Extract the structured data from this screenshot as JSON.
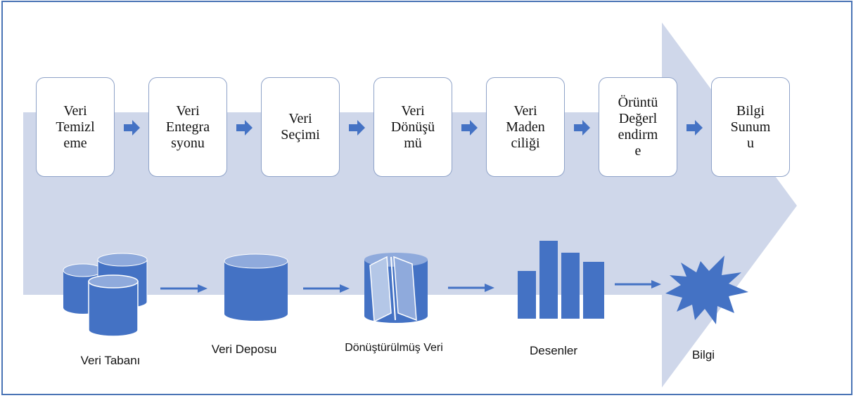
{
  "steps": [
    {
      "name": "veri-temizleme",
      "label": "Veri\nTemizl\neme"
    },
    {
      "name": "veri-entegrasyonu",
      "label": "Veri\nEntegra\nsyonu"
    },
    {
      "name": "veri-secimi",
      "label": "Veri\nSeçimi"
    },
    {
      "name": "veri-donusumu",
      "label": "Veri\nDönüşü\nmü"
    },
    {
      "name": "veri-madenciligi",
      "label": "Veri\nMaden\nciliği"
    },
    {
      "name": "oruntu-degerlendirme",
      "label": "Örüntü\nDeğerl\nendirm\ne"
    },
    {
      "name": "bilgi-sunumu",
      "label": "Bilgi\nSunum\nu"
    }
  ],
  "stages": {
    "veri_tabani": "Veri Tabanı",
    "veri_deposu": "Veri Deposu",
    "donusturulmus_veri": "Dönüştürülmüş Veri",
    "desenler": "Desenler",
    "bilgi": "Bilgi"
  },
  "colors": {
    "frame": "#4a74b5",
    "big_arrow": "#cfd7ea",
    "accent": "#4472c4",
    "icon_top": "#8faadc",
    "step_border": "#8ea2c8"
  }
}
